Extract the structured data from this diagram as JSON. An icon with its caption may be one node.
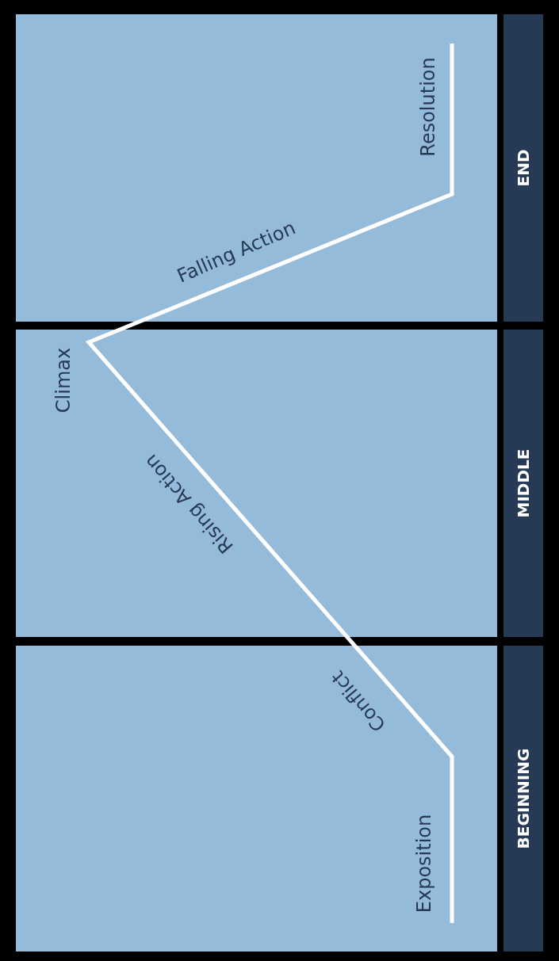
{
  "diagram": {
    "nodes": [
      {
        "text": [
          "END"
        ]
      },
      {
        "text": [
          "MIDDLE"
        ]
      },
      {
        "text": [
          "BEGINNING"
        ]
      }
    ],
    "labels": [
      "Resolution",
      "Falling Action",
      "Climax",
      "Rising Action",
      "Conflict",
      "Exposition"
    ]
  }
}
